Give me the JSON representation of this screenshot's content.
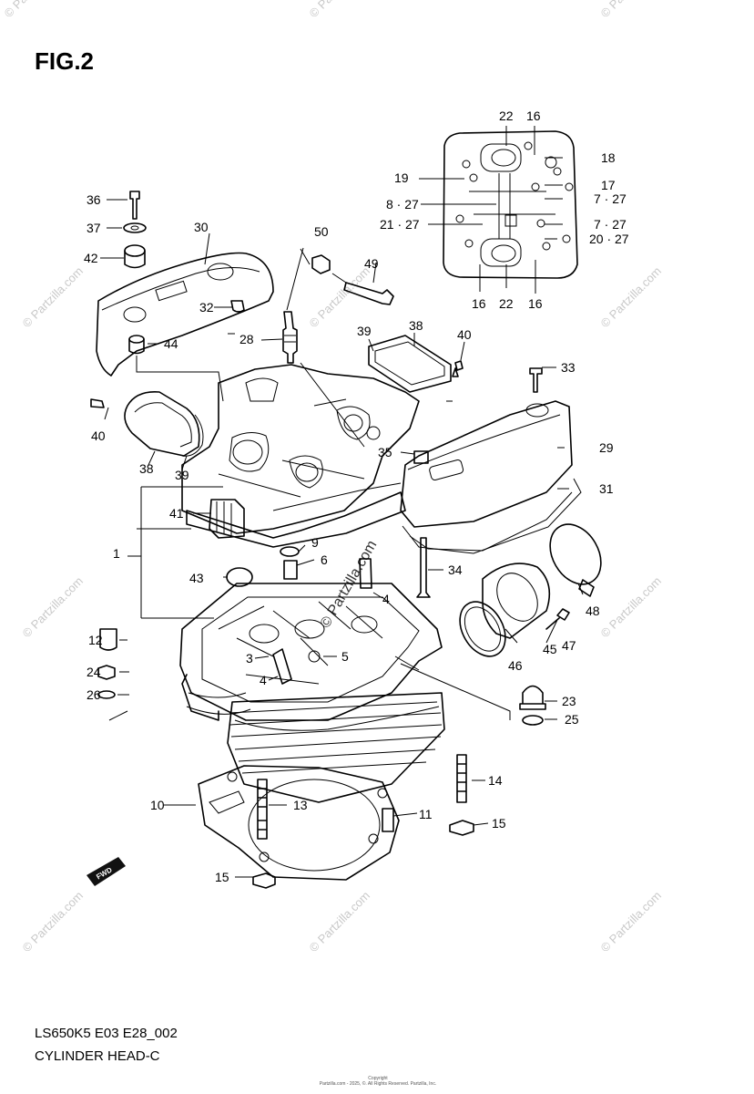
{
  "figure": {
    "title": "FIG.2",
    "code": "LS650K5 E03 E28_002",
    "caption": "CYLINDER HEAD-C",
    "copyright_line1": "Copyright",
    "copyright_line2": "Partzilla.com - 2025, ©. All Rights Reserved. Partzilla, Inc."
  },
  "watermark": {
    "text": "© Partzilla.com",
    "color": "#c9c9c9"
  },
  "callouts": [
    {
      "id": "c22a",
      "text": "22"
    },
    {
      "id": "c16a",
      "text": "16"
    },
    {
      "id": "c18",
      "text": "18"
    },
    {
      "id": "c19",
      "text": "19"
    },
    {
      "id": "c17",
      "text": "17"
    },
    {
      "id": "c8_27",
      "text": "8 · 27"
    },
    {
      "id": "c7_27a",
      "text": "7 · 27"
    },
    {
      "id": "c21_27",
      "text": "21 · 27"
    },
    {
      "id": "c7_27b",
      "text": "7 · 27"
    },
    {
      "id": "c20_27",
      "text": "20 · 27"
    },
    {
      "id": "c16b",
      "text": "16"
    },
    {
      "id": "c22b",
      "text": "22"
    },
    {
      "id": "c16c",
      "text": "16"
    },
    {
      "id": "c36",
      "text": "36"
    },
    {
      "id": "c37",
      "text": "37"
    },
    {
      "id": "c30",
      "text": "30"
    },
    {
      "id": "c42",
      "text": "42"
    },
    {
      "id": "c50",
      "text": "50"
    },
    {
      "id": "c49",
      "text": "49"
    },
    {
      "id": "c32",
      "text": "32"
    },
    {
      "id": "c38a",
      "text": "38"
    },
    {
      "id": "c39a",
      "text": "39"
    },
    {
      "id": "c40a",
      "text": "40"
    },
    {
      "id": "c28",
      "text": "28"
    },
    {
      "id": "c44",
      "text": "44"
    },
    {
      "id": "c33",
      "text": "33"
    },
    {
      "id": "c40b",
      "text": "40"
    },
    {
      "id": "c35",
      "text": "35"
    },
    {
      "id": "c29",
      "text": "29"
    },
    {
      "id": "c38b",
      "text": "38"
    },
    {
      "id": "c39b",
      "text": "39"
    },
    {
      "id": "c31",
      "text": "31"
    },
    {
      "id": "c41",
      "text": "41"
    },
    {
      "id": "c9",
      "text": "9"
    },
    {
      "id": "c1",
      "text": "1"
    },
    {
      "id": "c6",
      "text": "6"
    },
    {
      "id": "c34",
      "text": "34"
    },
    {
      "id": "c43",
      "text": "43"
    },
    {
      "id": "c4a",
      "text": "4"
    },
    {
      "id": "c48",
      "text": "48"
    },
    {
      "id": "c12",
      "text": "12"
    },
    {
      "id": "c3",
      "text": "3"
    },
    {
      "id": "c5",
      "text": "5"
    },
    {
      "id": "c46",
      "text": "46"
    },
    {
      "id": "c45",
      "text": "45"
    },
    {
      "id": "c47",
      "text": "47"
    },
    {
      "id": "c24",
      "text": "24"
    },
    {
      "id": "c4b",
      "text": "4"
    },
    {
      "id": "c26",
      "text": "26"
    },
    {
      "id": "c23",
      "text": "23"
    },
    {
      "id": "c25",
      "text": "25"
    },
    {
      "id": "c14",
      "text": "14"
    },
    {
      "id": "c10",
      "text": "10"
    },
    {
      "id": "c13",
      "text": "13"
    },
    {
      "id": "c11",
      "text": "11"
    },
    {
      "id": "c15a",
      "text": "15"
    },
    {
      "id": "c15b",
      "text": "15"
    }
  ],
  "fwd_label": "FWD"
}
